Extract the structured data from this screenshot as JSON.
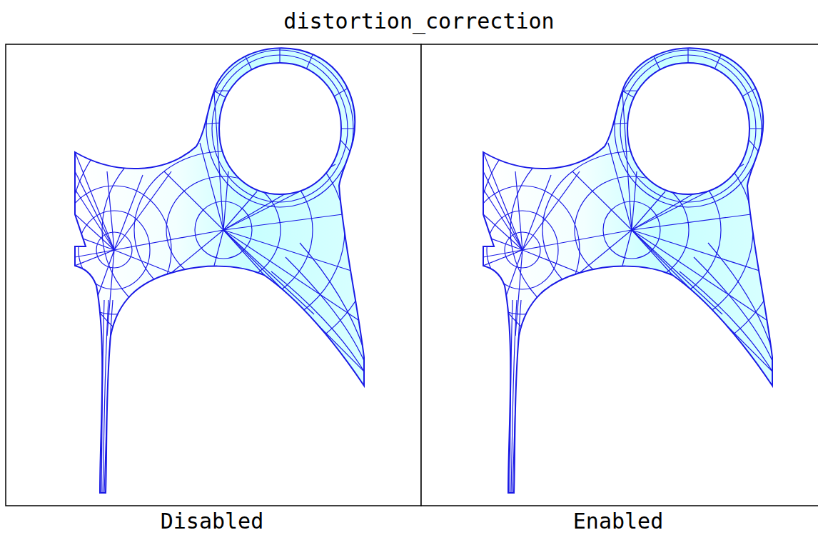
{
  "diagram": {
    "title": "distortion_correction",
    "labels": [
      "Disabled",
      "Enabled"
    ]
  }
}
